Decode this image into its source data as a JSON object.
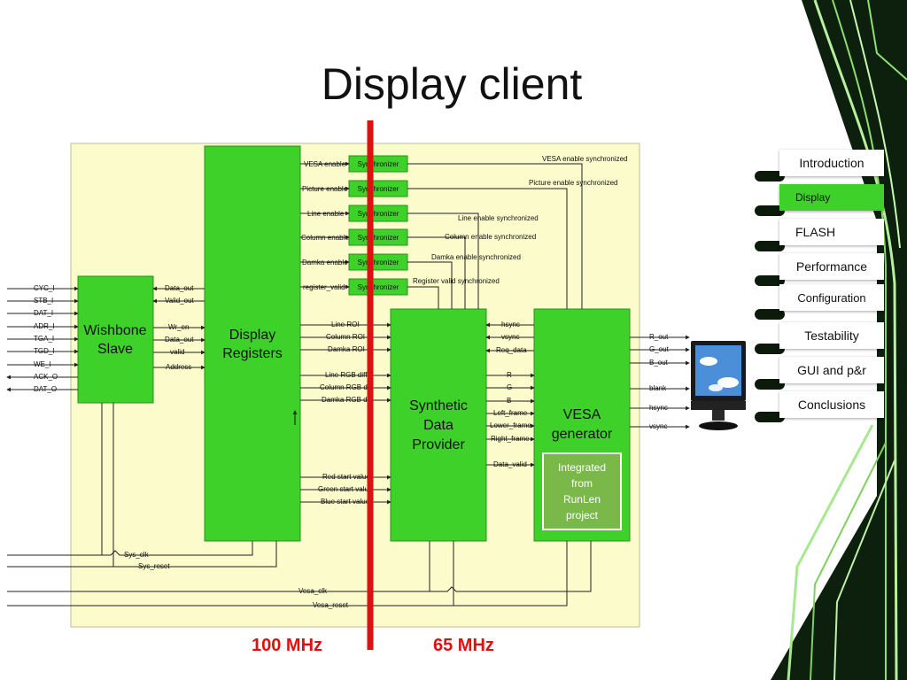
{
  "slide": {
    "title": "Display client"
  },
  "nav": [
    "Introduction",
    "Display",
    "FLASH",
    "Performance",
    "Configuration",
    "Testability",
    "GUI and p&r",
    "Conclusions"
  ],
  "frequencies": {
    "left": "100 MHz",
    "right": "65 MHz"
  },
  "diagram": {
    "wishbone_inputs": [
      "CYC_I",
      "STB_I",
      "DAT_I",
      "ADR_I",
      "TGA_I",
      "TGD_I",
      "WE_I"
    ],
    "wishbone_outputs": [
      "ACK_O",
      "DAT_O"
    ],
    "wishbone": {
      "line1": "Wishbone",
      "line2": "Slave"
    },
    "wb_reg_signals": [
      "Data_out",
      "Valid_out",
      "Wr_en",
      "Data_out",
      "valid",
      "Address"
    ],
    "registers": {
      "line1": "Display",
      "line2": "Registers"
    },
    "sync_enables": [
      "VESA enable",
      "Picture enable",
      "Line enable",
      "Column enable",
      "Damka enable",
      "register_valid"
    ],
    "synchronizer": "Synchronizer",
    "synced_labels": [
      "VESA enable synchronized",
      "Picture enable synchronized",
      "Line enable synchronized",
      "Column enable synchronized",
      "Damka enable synchronized",
      "Register valid synchronized"
    ],
    "reg_to_sdp": [
      "Line ROI",
      "Column ROI",
      "Damka ROI",
      "Line RGB diff",
      "Column RGB dif",
      "Damka RGB dif",
      "Red start value",
      "Green  start value",
      "Blue  start value"
    ],
    "sdp": {
      "line1": "Synthetic",
      "line2": "Data",
      "line3": "Provider"
    },
    "vesa_to_sdp": [
      "hsync",
      "vsync",
      "Req_data"
    ],
    "sdp_to_vesa": [
      "R",
      "G",
      "B",
      "Left_frame",
      "Lower_frame",
      "Right_frame",
      "Data_valid"
    ],
    "vesa": {
      "line1": "VESA",
      "line2": "generator"
    },
    "integrated": {
      "line1": "Integrated",
      "line2": "from",
      "line3": "RunLen",
      "line4": "project"
    },
    "vesa_outputs": [
      "R_out",
      "G_out",
      "B_out",
      "blank",
      "hsync",
      "vsync"
    ],
    "clocks": {
      "sys_clk": "Sys_clk",
      "sys_reset": "Sys_reset",
      "vesa_clk": "Vesa_clk",
      "vesa_reset": "Vesa_reset"
    }
  },
  "colors": {
    "accent_green": "#3ed12a",
    "panel": "#fbfbcc",
    "clock_line": "#e01010"
  }
}
